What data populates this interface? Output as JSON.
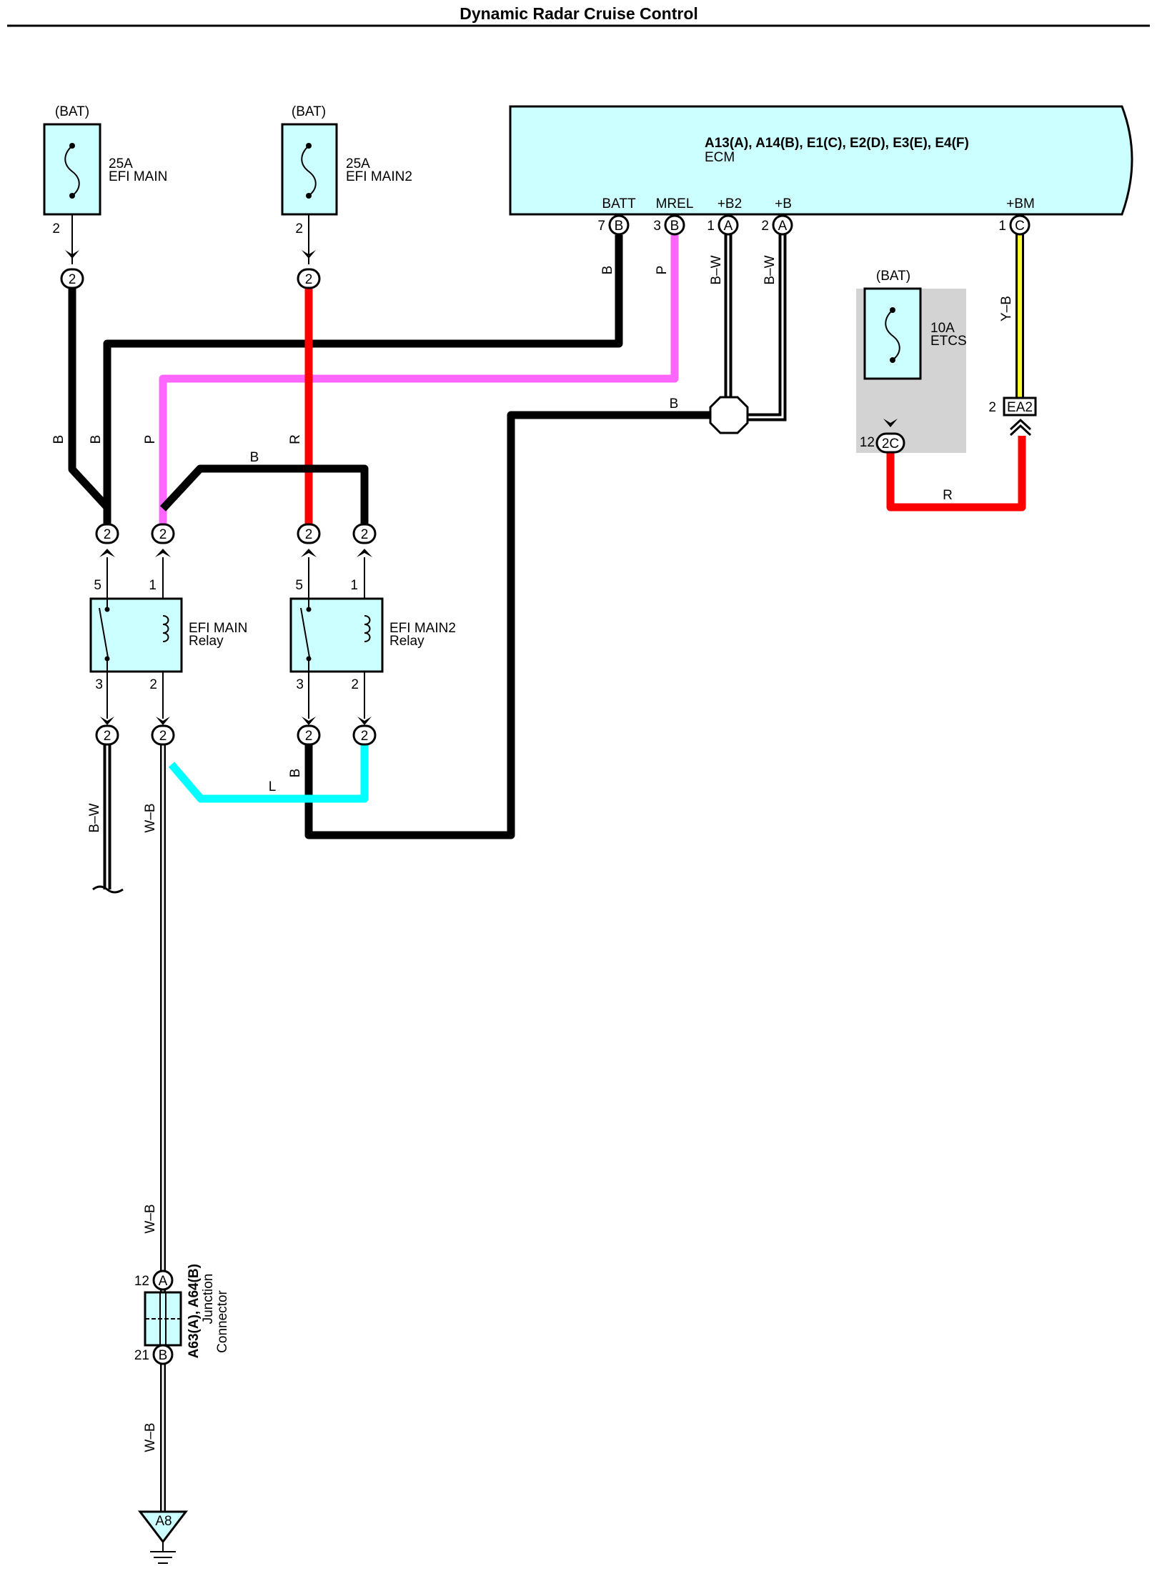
{
  "title": "Dynamic Radar Cruise Control",
  "colors": {
    "component_fill": "#ccffff",
    "black_wire": "#000000",
    "red_wire": "#ff0000",
    "pink_wire": "#ff66ff",
    "yellow_wire": "#ffff33",
    "blue_wire": "#00ffff",
    "gray_box": "#d3d3d3"
  },
  "fuses": {
    "efi_main": {
      "source": "(BAT)",
      "rating": "25A",
      "name": "EFI MAIN",
      "pin": "2",
      "connector": "2"
    },
    "efi_main2": {
      "source": "(BAT)",
      "rating": "25A",
      "name": "EFI MAIN2",
      "pin": "2",
      "connector": "2"
    },
    "etcs": {
      "source": "(BAT)",
      "rating": "10A",
      "name": "ETCS",
      "pin": "12",
      "connector": "2C"
    }
  },
  "ecm": {
    "connectors": "A13(A), A14(B), E1(C), E2(D), E3(E), E4(F)",
    "name": "ECM",
    "terminals": [
      {
        "name": "BATT",
        "pin": "7",
        "conn": "B"
      },
      {
        "name": "MREL",
        "pin": "3",
        "conn": "B"
      },
      {
        "name": "+B2",
        "pin": "1",
        "conn": "A"
      },
      {
        "name": "+B",
        "pin": "2",
        "conn": "A"
      },
      {
        "name": "+BM",
        "pin": "1",
        "conn": "C"
      }
    ]
  },
  "relays": {
    "efi_main": {
      "name_line1": "EFI MAIN",
      "name_line2": "Relay",
      "pins": {
        "p5": "5",
        "p1": "1",
        "p3": "3",
        "p2": "2"
      },
      "connectors": {
        "c5": "2",
        "c1": "2",
        "c3": "2",
        "c2": "2"
      }
    },
    "efi_main2": {
      "name_line1": "EFI MAIN2",
      "name_line2": "Relay",
      "pins": {
        "p5": "5",
        "p1": "1",
        "p3": "3",
        "p2": "2"
      },
      "connectors": {
        "c5": "2",
        "c1": "2",
        "c3": "2",
        "c2": "2"
      }
    }
  },
  "connector_ea2": {
    "pin": "2",
    "name": "EA2"
  },
  "wires": {
    "efi_fuse_out": "B",
    "efi_batt": "B",
    "mrel": "P",
    "efi2_fuse_out": "R",
    "relay_bridge": "B",
    "batt_vertical": "B",
    "mrel_vertical": "P",
    "b2_wire": "B–W",
    "b_wire": "B–W",
    "splice_out": "B",
    "bm_wire": "Y–B",
    "etcs_out": "R",
    "relay_out_left": "B–W",
    "relay_ground": "W–B",
    "relay2_out": "B",
    "relay2_coil": "L",
    "ground_lower_1": "W–B",
    "ground_lower_2": "W–B"
  },
  "junction": {
    "name_line1": "A63(A), A64(B)",
    "name_line2": "Junction",
    "name_line3": "Connector",
    "top_pin": "12",
    "top_conn": "A",
    "bottom_pin": "21",
    "bottom_conn": "B"
  },
  "ground": {
    "name": "A8"
  }
}
